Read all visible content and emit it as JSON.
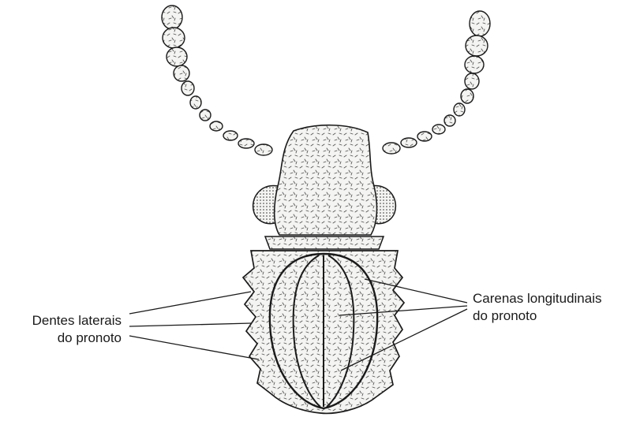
{
  "labels": {
    "left": {
      "line1": "Dentes laterais",
      "line2": "do pronoto"
    },
    "right": {
      "line1": "Carenas longitudinais",
      "line2": "do pronoto"
    }
  },
  "colors": {
    "ink": "#1a1a1a",
    "body_fill": "#f4f4f2",
    "background": "#ffffff"
  }
}
